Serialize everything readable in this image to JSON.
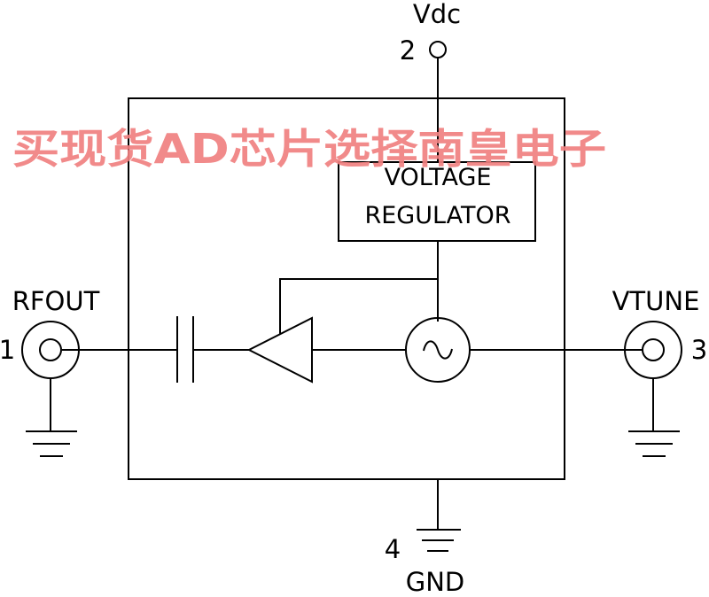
{
  "pins": {
    "vdc": {
      "name": "Vdc",
      "number": "2"
    },
    "rfout": {
      "name": "RFOUT",
      "number": "1"
    },
    "vtune": {
      "name": "VTUNE",
      "number": "3"
    },
    "gnd": {
      "name": "GND",
      "number": "4"
    }
  },
  "blocks": {
    "voltage_regulator": {
      "line1": "VOLTAGE",
      "line2": "REGULATOR"
    }
  },
  "watermark": {
    "text": "买现货AD芯片选择南皇电子",
    "color": "#f08080"
  },
  "colors": {
    "line": "#000000",
    "background": "#ffffff"
  }
}
